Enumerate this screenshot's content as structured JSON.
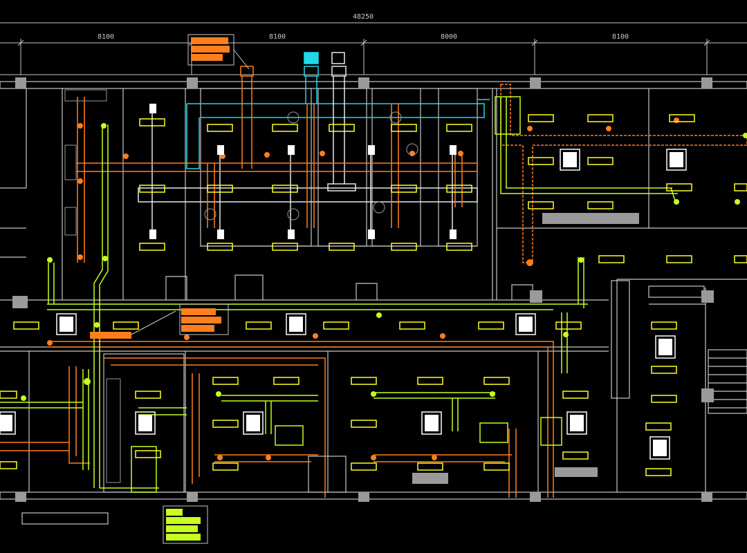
{
  "dimensions": {
    "overall": "48250",
    "bays": [
      "8100",
      "8100",
      "8000",
      "8100"
    ]
  },
  "colors": {
    "background": "#000000",
    "wall": "#c8c8c8",
    "column": "#9a9a9a",
    "fresh_air_duct": "#ff7f1f",
    "exhaust_duct": "#c6ff1f",
    "return_duct": "#e8e8e8",
    "supply_duct": "#22d8e8",
    "diffuser_label": "#ffff20"
  },
  "icons": {
    "fan_coil": "fan-coil-unit-icon",
    "diffuser": "square-diffuser-icon",
    "grille": "grille-icon",
    "damper": "damper-icon",
    "air_handler": "air-handling-unit-icon"
  }
}
